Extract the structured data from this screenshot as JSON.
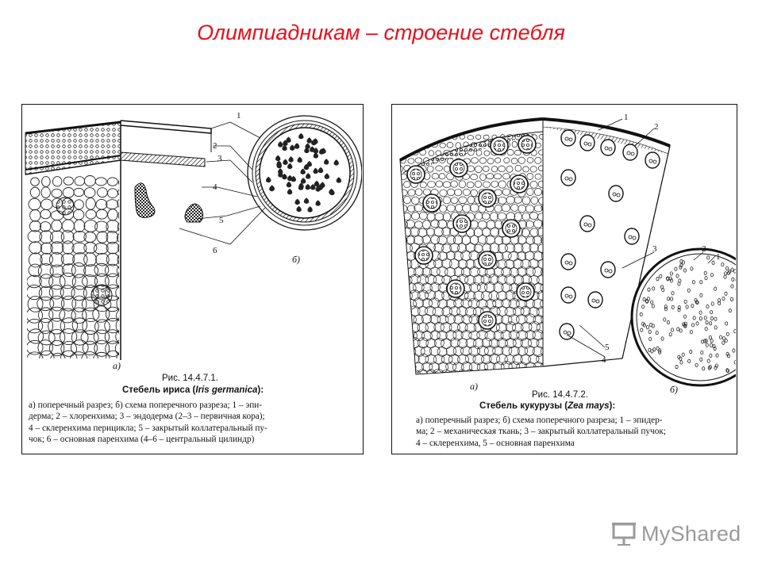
{
  "title": "Олимпиадникам – строение стебля",
  "figures": [
    {
      "figure_number": "Рис. 14.4.7.1.",
      "title_prefix": "Стебель ириса (",
      "title_species": "Iris germanica",
      "title_suffix": "):",
      "part_a_label": "а)",
      "part_b_label": "б)",
      "numbers": [
        "1",
        "2",
        "3",
        "4",
        "5",
        "6"
      ],
      "caption_lines": [
        "а) поперечный разрез; б) схема поперечного разреза; 1 – эпи-",
        "дерма; 2 – хлоренхима; 3 – эндодерма (2–3 – первичная кора);",
        "4 – склеренхима перицикла; 5 – закрытый коллатеральный пу-",
        "чок; 6 – основная паренхима (4–6 – центральный цилиндр)"
      ]
    },
    {
      "figure_number": "Рис. 14.4.7.2.",
      "title_prefix": "Стебель кукурузы (",
      "title_species": "Zea mays",
      "title_suffix": "):",
      "part_a_label": "а)",
      "part_b_label": "б)",
      "numbers": [
        "1",
        "2",
        "3",
        "2",
        "1",
        "5",
        "4"
      ],
      "caption_lines": [
        "а) поперечный разрез; б) схема поперечного разреза; 1 – эпидер-",
        "ма; 2 – механическая ткань; 3 – закрытый коллатеральный пучок;",
        "4 – склеренхима, 5 – основная паренхима"
      ]
    }
  ],
  "watermark": {
    "text": "MyShared",
    "icon": "presentation-board-icon"
  },
  "colors": {
    "title": "#e8101a",
    "watermark": "#9a9a9a"
  }
}
